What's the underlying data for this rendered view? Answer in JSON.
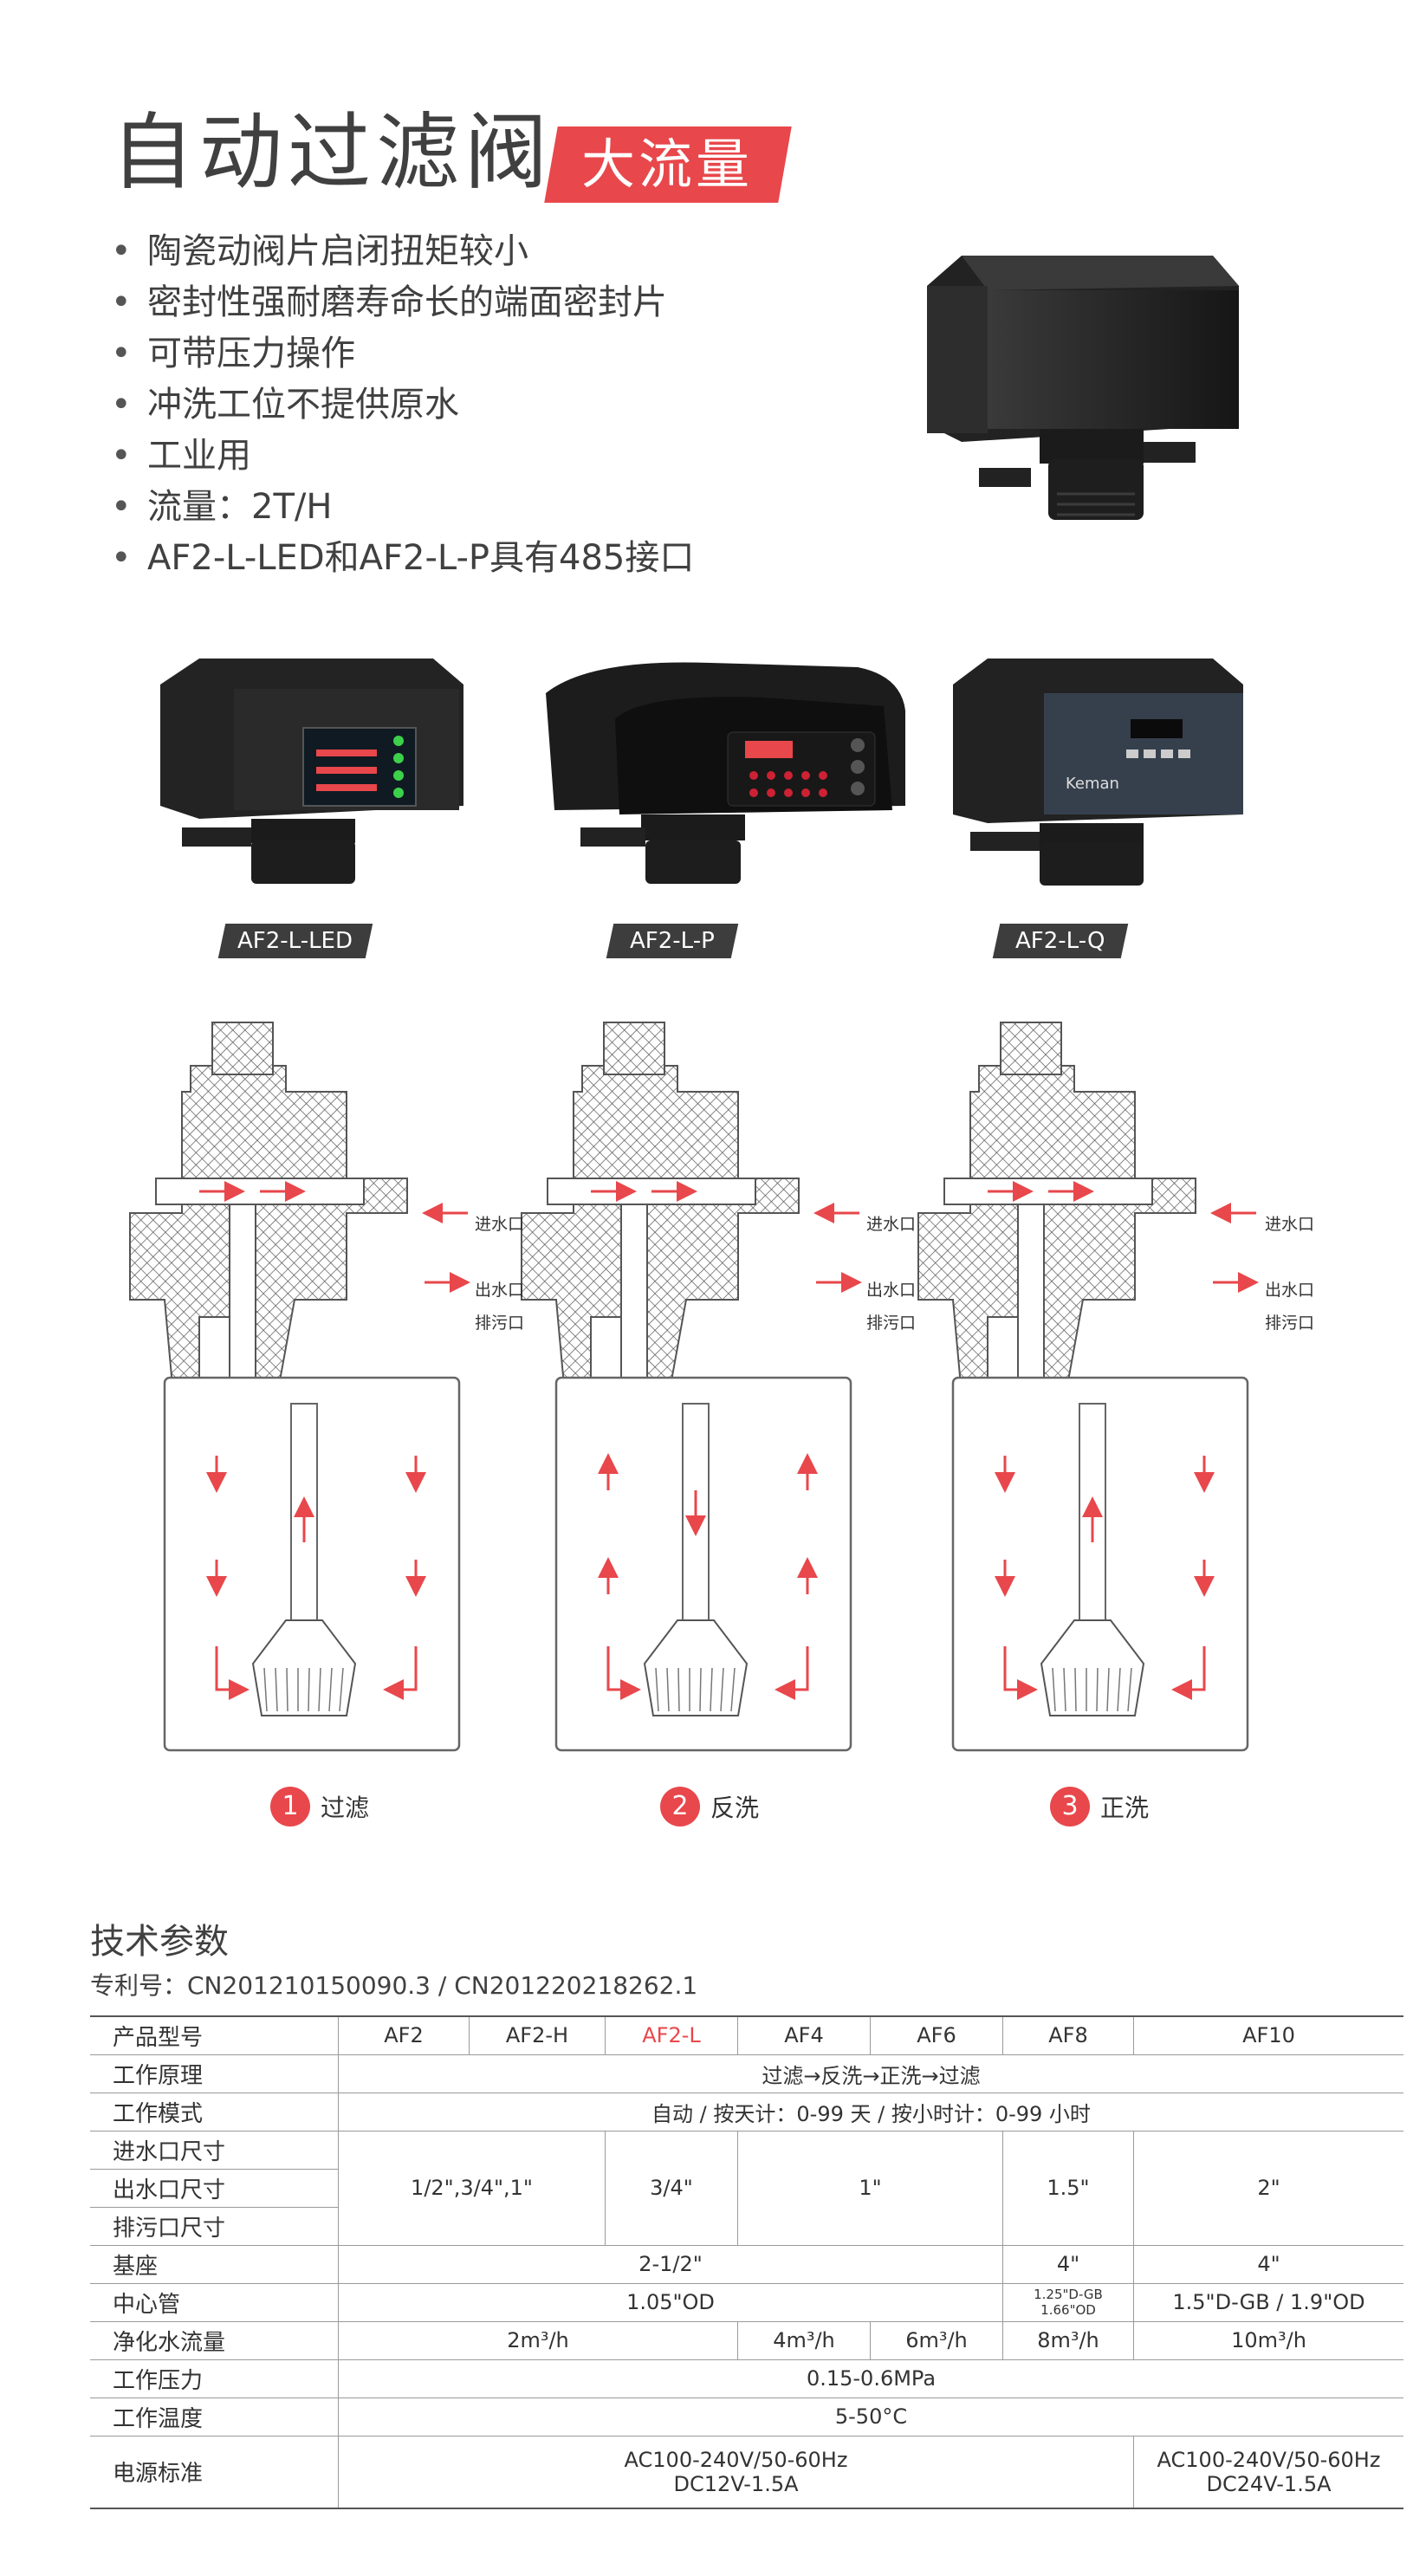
{
  "header": {
    "title": "自动过滤阀",
    "badge": "大流量"
  },
  "features": [
    "陶瓷动阀片启闭扭矩较小",
    "密封性强耐磨寿命长的端面密封片",
    "可带压力操作",
    "冲洗工位不提供原水",
    "工业用",
    "流量：2T/H",
    "AF2-L-LED和AF2-L-P具有485接口"
  ],
  "models": [
    {
      "label": "AF2-L-LED"
    },
    {
      "label": "AF2-L-P"
    },
    {
      "label": "AF2-L-Q"
    }
  ],
  "ports": {
    "inlet": "进水口",
    "outlet": "出水口",
    "drain": "排污口"
  },
  "modes": [
    {
      "num": "1",
      "name": "过滤"
    },
    {
      "num": "2",
      "name": "反洗"
    },
    {
      "num": "3",
      "name": "正洗"
    }
  ],
  "colors": {
    "accent": "#e8474b",
    "body": "#2b2b2b",
    "label_bg": "#3d3d3d"
  },
  "spec": {
    "title": "技术参数",
    "patent": "专利号：CN201210150090.3 / CN201220218262.1",
    "rows": {
      "model": [
        "产品型号",
        "AF2",
        "AF2-H",
        "AF2-L",
        "AF4",
        "AF6",
        "AF8",
        "AF10"
      ],
      "principle": [
        "工作原理",
        "过滤→反洗→正洗→过滤"
      ],
      "mode": [
        "工作模式",
        "自动 / 按天计：0-99 天 / 按小时计：0-99 小时"
      ],
      "inlet": "进水口尺寸",
      "outlet": "出水口尺寸",
      "drain": "排污口尺寸",
      "port_sizes": [
        "1/2\",3/4\",1\"",
        "3/4\"",
        "1\"",
        "1.5\"",
        "2\""
      ],
      "base": [
        "基座",
        "2-1/2\"",
        "4\"",
        "4\""
      ],
      "tube": [
        "中心管",
        "1.05\"OD",
        "1.25\"D-GB",
        "1.66\"OD",
        "1.5\"D-GB / 1.9\"OD"
      ],
      "flow": [
        "净化水流量",
        "2m³/h",
        "4m³/h",
        "6m³/h",
        "8m³/h",
        "10m³/h"
      ],
      "pressure": [
        "工作压力",
        "0.15-0.6MPa"
      ],
      "temp": [
        "工作温度",
        "5-50°C"
      ],
      "power": [
        "电源标准",
        "AC100-240V/50-60Hz",
        "DC12V-1.5A",
        "AC100-240V/50-60Hz",
        "DC24V-1.5A"
      ]
    }
  }
}
